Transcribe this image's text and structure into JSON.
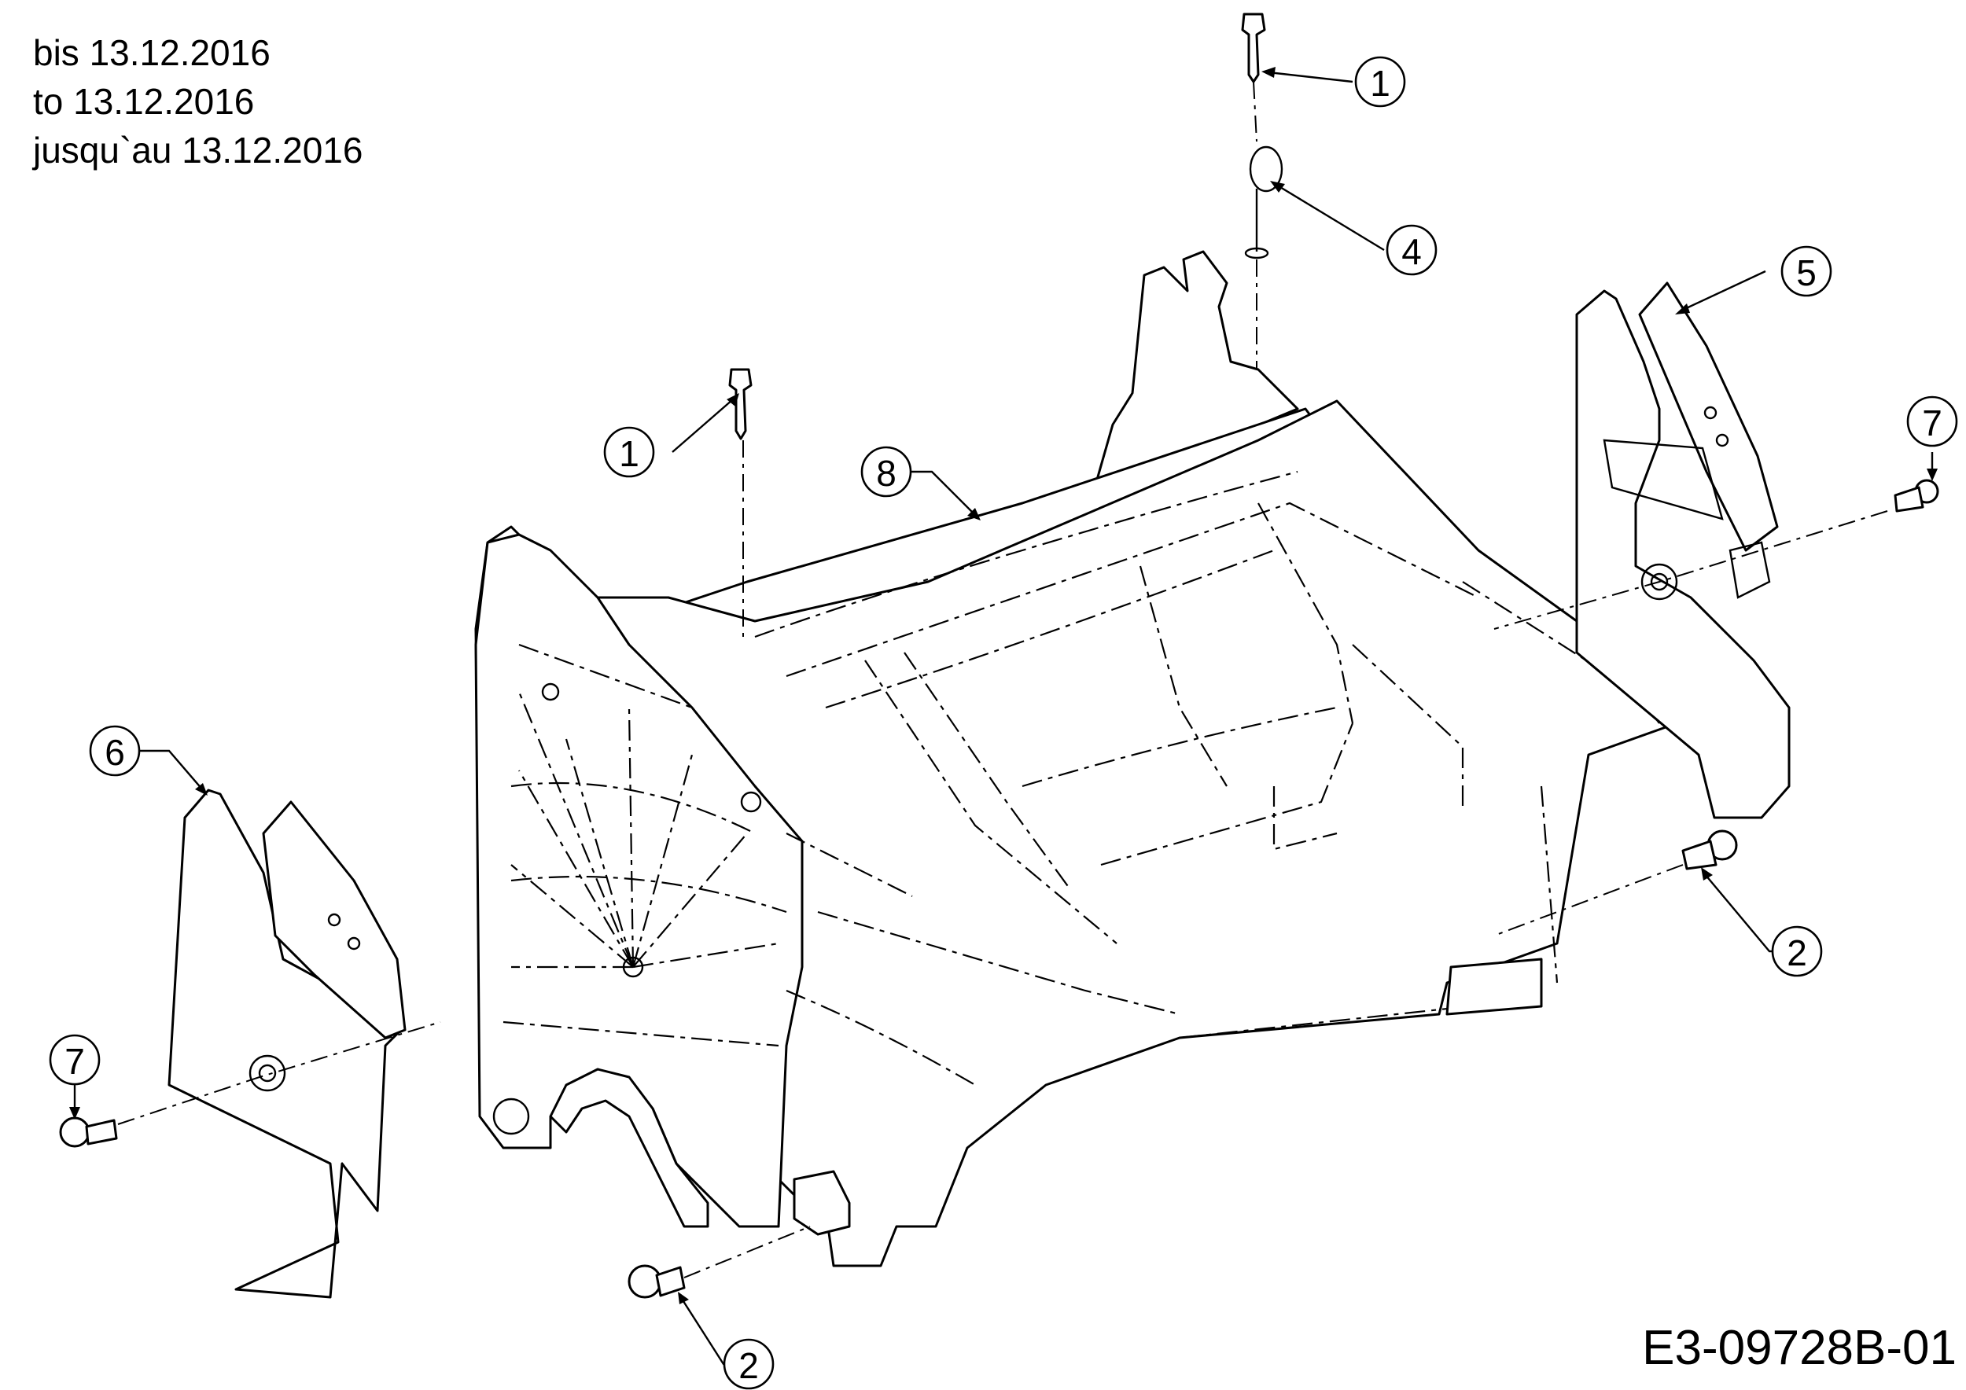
{
  "validity_note": [
    "bis 13.12.2016",
    "to 13.12.2016",
    "jusqu`au 13.12.2016"
  ],
  "drawing_code": "E3-09728B-01",
  "callouts": [
    {
      "id": "callout-1-top",
      "number": "1"
    },
    {
      "id": "callout-1-left",
      "number": "1"
    },
    {
      "id": "callout-4",
      "number": "4"
    },
    {
      "id": "callout-5",
      "number": "5"
    },
    {
      "id": "callout-7-right",
      "number": "7"
    },
    {
      "id": "callout-8",
      "number": "8"
    },
    {
      "id": "callout-6",
      "number": "6"
    },
    {
      "id": "callout-7-left",
      "number": "7"
    },
    {
      "id": "callout-2-right",
      "number": "2"
    },
    {
      "id": "callout-2-bottom",
      "number": "2"
    }
  ],
  "icons": [
    "bolt-icon",
    "locking-pin-icon",
    "side-cover-icon",
    "housing-icon",
    "flange-screw-icon"
  ]
}
